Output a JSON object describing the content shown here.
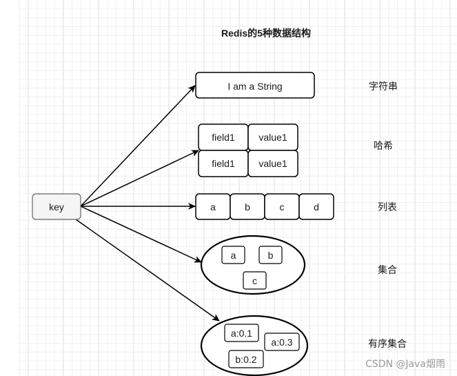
{
  "diagram": {
    "title": "Redis的5种数据结构",
    "key_node": {
      "label": "key"
    },
    "structures": [
      {
        "id": "string",
        "name": "字符串",
        "items": [
          "I am a String"
        ]
      },
      {
        "id": "hash",
        "name": "哈希",
        "rows": [
          [
            "field1",
            "value1"
          ],
          [
            "field1",
            "value1"
          ]
        ]
      },
      {
        "id": "list",
        "name": "列表",
        "items": [
          "a",
          "b",
          "c",
          "d"
        ]
      },
      {
        "id": "set",
        "name": "集合",
        "items": [
          "a",
          "b",
          "c"
        ]
      },
      {
        "id": "zset",
        "name": "有序集合",
        "items": [
          "a:0.1",
          "a:0.3",
          "b:0.2"
        ]
      }
    ],
    "watermark": "CSDN @Java烟雨",
    "colors": {
      "stroke": "#000000",
      "key_fill": "#f5f5f5",
      "key_stroke": "#666666",
      "grid_minor": "#f0f0f0",
      "grid_major": "#dcdcdc"
    }
  }
}
